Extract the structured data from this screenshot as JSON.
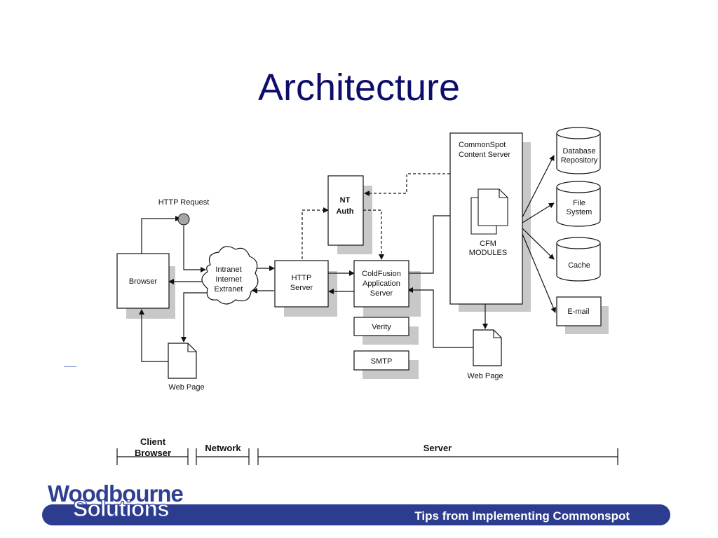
{
  "title": "Architecture",
  "diagram": {
    "http_request": "HTTP Request",
    "browser": "Browser",
    "network_cloud": [
      "Intranet",
      "Internet",
      "Extranet"
    ],
    "http_server": [
      "HTTP",
      "Server"
    ],
    "nt_auth": [
      "NT",
      "Auth"
    ],
    "coldfusion": [
      "ColdFusion",
      "Application",
      "Server"
    ],
    "verity": "Verity",
    "smtp": "SMTP",
    "content_server": [
      "CommonSpot",
      "Content Server"
    ],
    "cfm_modules": [
      "CFM",
      "MODULES"
    ],
    "web_page_client": "Web Page",
    "web_page_server": "Web Page",
    "database": [
      "Database",
      "Repository"
    ],
    "file_system": [
      "File",
      "System"
    ],
    "cache": "Cache",
    "email": "E-mail"
  },
  "tiers": {
    "client": [
      "Client",
      "Browser"
    ],
    "network": "Network",
    "server": "Server"
  },
  "footer": {
    "logo_line1": "Woodbourne",
    "logo_line2": "Solutions",
    "tagline": "Tips from Implementing Commonspot"
  }
}
